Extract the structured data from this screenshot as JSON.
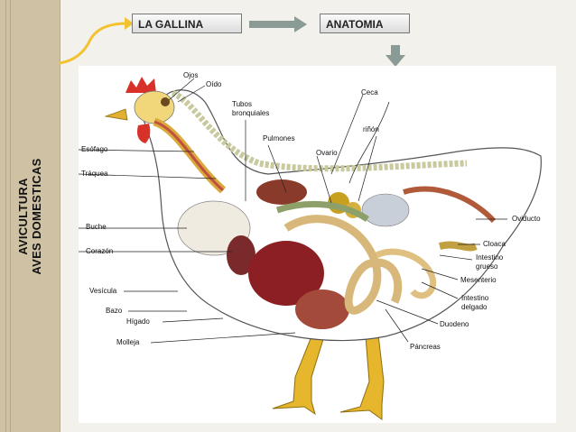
{
  "sidebar": {
    "line1": "AVICULTURA",
    "line2": "AVES DOMESTICAS"
  },
  "header": {
    "box1": "LA GALLINA",
    "box2": "ANATOMIA"
  },
  "diagram": {
    "labels": {
      "ojos": "Ojos",
      "oido": "Oído",
      "tubos1": "Tubos",
      "tubos2": "bronquiales",
      "ceca": "Ceca",
      "pulmones": "Pulmones",
      "rinon": "riñón",
      "esofago": "Esófago",
      "ovario": "Ovario",
      "traquea": "Tráquea",
      "oviducto": "Oviducto",
      "buche": "Buche",
      "cloaca": "Cloaca",
      "corazon": "Corazón",
      "intestino_grueso1": "Intestino",
      "intestino_grueso2": "grueso",
      "mesenterio": "Mesenterio",
      "vesicula": "Vesícula",
      "intestino_delgado1": "Intestino",
      "intestino_delgado2": "delgado",
      "bazo": "Bazo",
      "duodeno": "Duodeno",
      "higado": "Hígado",
      "molleja": "Molleja",
      "pancreas": "Páncreas"
    }
  },
  "colors": {
    "sidebar": "#cfc2a4",
    "arrow_yellow": "#f2c230",
    "arrow_gray": "#8a9a94"
  }
}
